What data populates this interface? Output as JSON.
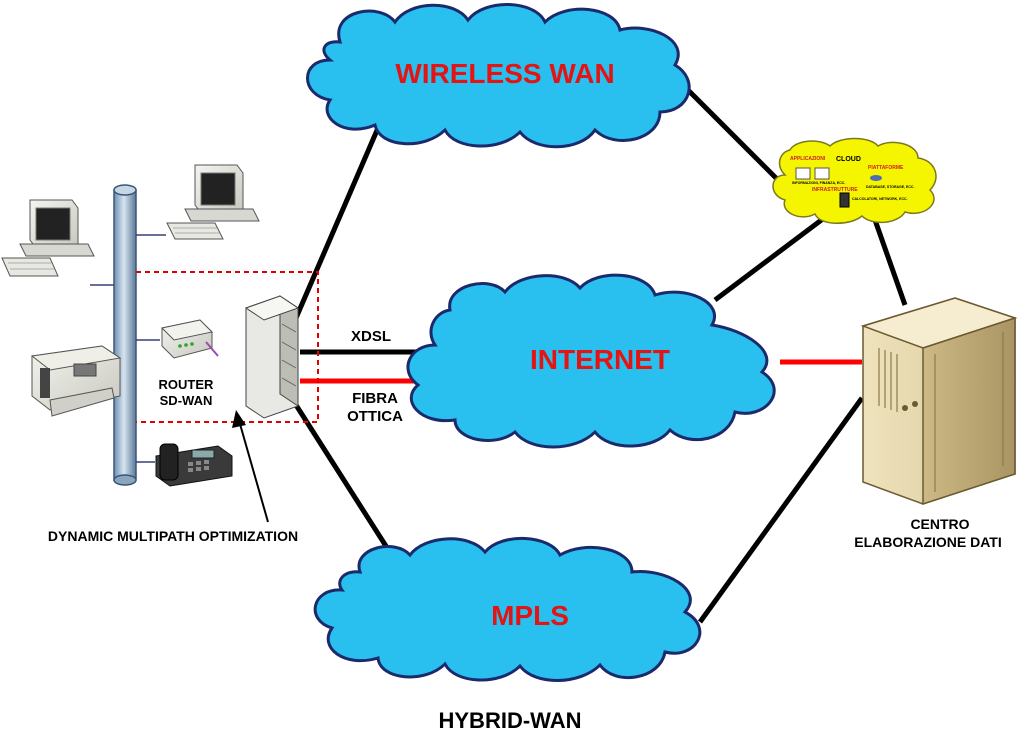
{
  "diagram": {
    "title": "HYBRID-WAN",
    "clouds": {
      "wireless": "WIRELESS WAN",
      "internet": "INTERNET",
      "mpls": "MPLS"
    },
    "links": {
      "xdsl": "XDSL",
      "fibra_line1": "FIBRA",
      "fibra_line2": "OTTICA"
    },
    "router": {
      "line1": "ROUTER",
      "line2": "SD-WAN"
    },
    "optimization": "DYNAMIC MULTIPATH OPTIMIZATION",
    "datacenter": {
      "line1": "CENTRO",
      "line2": "ELABORAZIONE DATI"
    },
    "cloud_service": {
      "title": "CLOUD",
      "applicazioni": "APPLICAZIONI",
      "piattaforme": "PIATTAFORME",
      "infrastrutture": "INFRASTRUTTURE",
      "detail_info": "INFORMAZIONI, FINANZA, ECC.",
      "detail_db": "DATABASE, STORAGE, ECC.",
      "detail_calc": "CALCOLATORI, NETWORK, ECC."
    },
    "colors": {
      "cloud_fill": "#29bfee",
      "cloud_stroke": "#1b2a6b",
      "cloud_text": "#e41414",
      "fiber_link": "#ff0000",
      "lan_box": "#e00000",
      "service_cloud": "#f5f500"
    },
    "icons": [
      "desktop-computer-icon",
      "printer-icon",
      "phone-icon",
      "modem-icon",
      "switch-icon",
      "server-icon",
      "lan-backbone-icon"
    ]
  }
}
